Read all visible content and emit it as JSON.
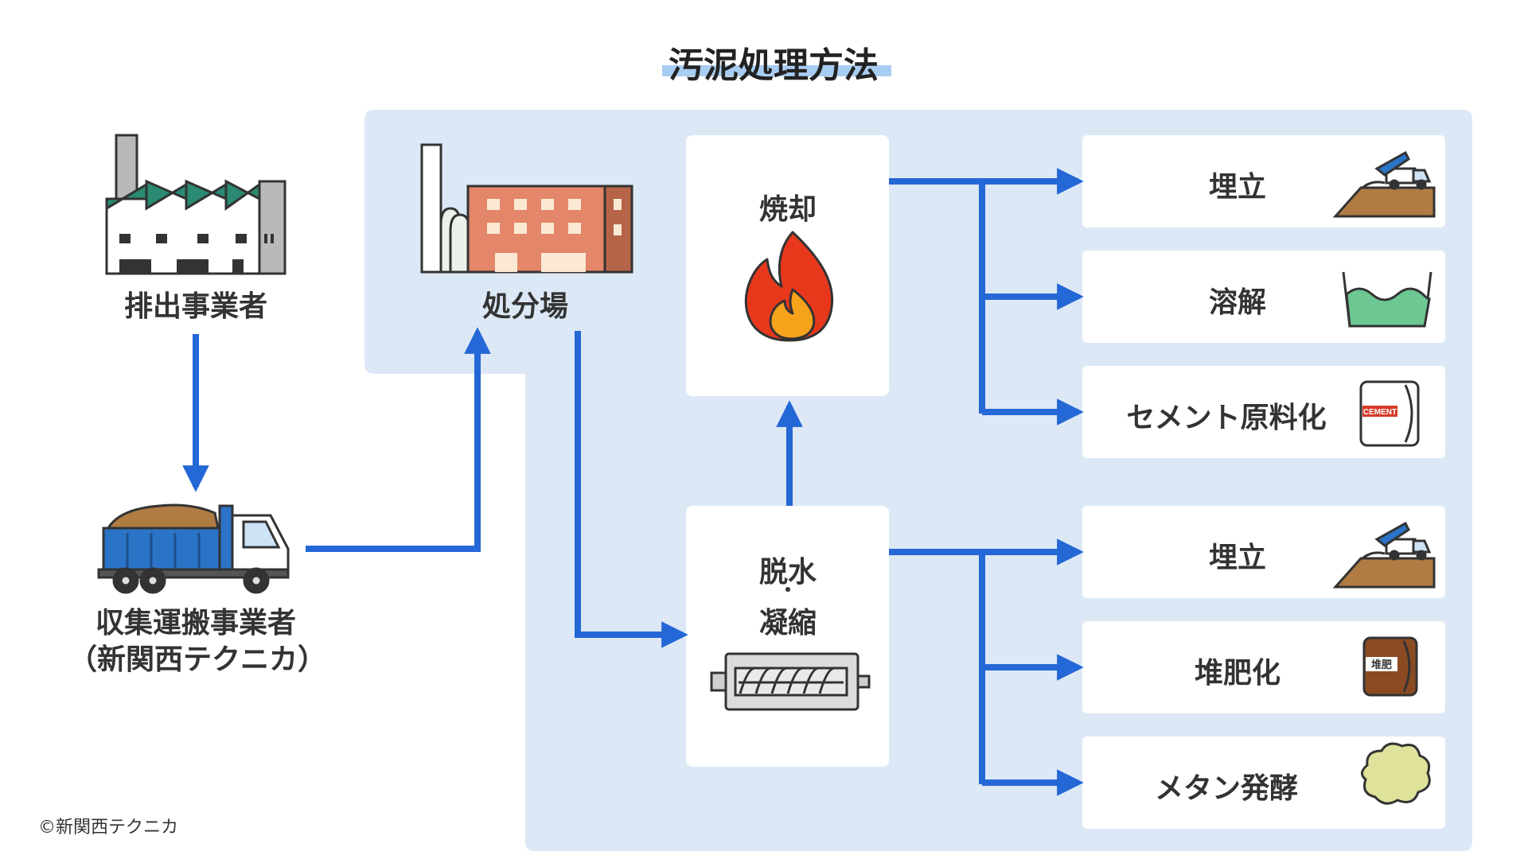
{
  "title": "汚泥処理方法",
  "actors": {
    "generator": "排出事業者",
    "transporter_line1": "収集運搬事業者",
    "transporter_line2": "（新関西テクニカ）",
    "disposal_site": "処分場"
  },
  "processes": {
    "incineration": "焼却",
    "dewatering_line1": "脱水",
    "dewatering_dot": "・",
    "dewatering_line2": "凝縮"
  },
  "incineration_outputs": [
    "埋立",
    "溶解",
    "セメント原料化"
  ],
  "dewatering_outputs": [
    "埋立",
    "堆肥化",
    "メタン発酵"
  ],
  "icon_labels": {
    "cement_bag": "CEMENT",
    "compost_bag": "堆肥"
  },
  "copyright": "©新関西テクニカ",
  "colors": {
    "arrow": "#2467d6",
    "panel": "#dce8f5",
    "card": "#ffffff",
    "title_underline": "#a9cdf2",
    "fire_red": "#e8381c",
    "fire_orange": "#f7a21b",
    "truck_blue": "#2b73c6",
    "soil": "#b07c44"
  },
  "icons": [
    "factory-icon",
    "dump-truck-icon",
    "incineration-plant-icon",
    "fire-icon",
    "screw-press-icon",
    "landfill-truck-icon",
    "melting-pool-icon",
    "cement-bag-icon",
    "compost-bag-icon",
    "methane-blob-icon"
  ]
}
